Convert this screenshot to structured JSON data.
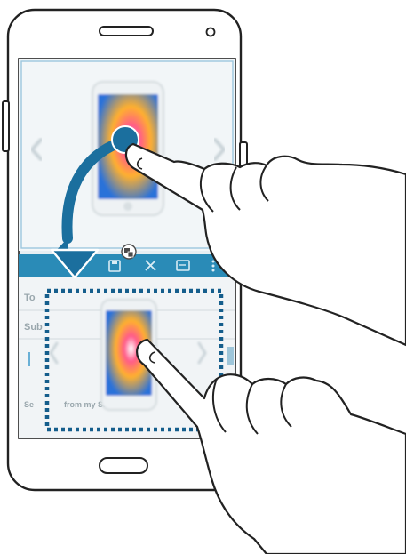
{
  "illustration": {
    "theme": {
      "accent": "#1b6f9e",
      "frame": "#222222",
      "screen_bg": "#e9eff2",
      "bar": "#2a8bb7",
      "drop_target": "#155e8c"
    },
    "top_window": {
      "content": "phone-product-image",
      "nav_prev_icon": "chevron-left-icon",
      "nav_next_icon": "chevron-right-icon"
    },
    "toolbar": {
      "icons": [
        "drag-handle-icon",
        "save-icon",
        "close-icon",
        "share-icon",
        "more-icon"
      ]
    },
    "bottom_window": {
      "to_label": "To",
      "subject_label": "Subject",
      "signature_text": "Sent from my Samsung",
      "signature_prefix": "Se",
      "signature_suffix": "from my Sa"
    },
    "gestures": {
      "drag_from": "top-window-image",
      "drop_to": "bottom-window-body",
      "arrow": "curved-drag-arrow-icon"
    }
  }
}
